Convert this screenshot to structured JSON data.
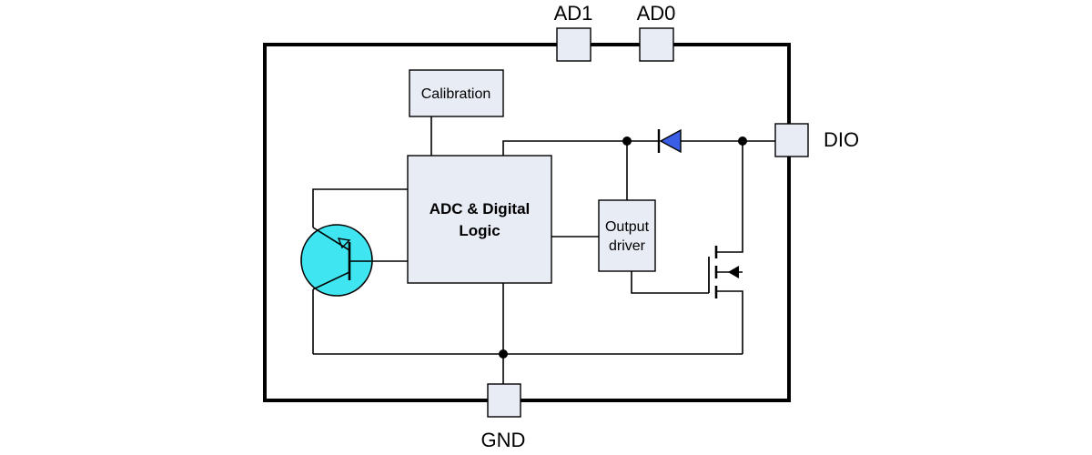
{
  "pins": {
    "ad1": "AD1",
    "ad0": "AD0",
    "dio": "DIO",
    "gnd": "GND"
  },
  "blocks": {
    "calibration": "Calibration",
    "adc_line1": "ADC & Digital",
    "adc_line2": "Logic",
    "driver_line1": "Output",
    "driver_line2": "driver"
  },
  "colors": {
    "block_fill": "#e8ecf4",
    "diode_fill": "#3a5ee6",
    "transistor_fill": "#3fe5f0"
  },
  "icons": {
    "sensor": "bjt-transistor-icon",
    "diode": "diode-icon",
    "switch": "mosfet-icon"
  }
}
